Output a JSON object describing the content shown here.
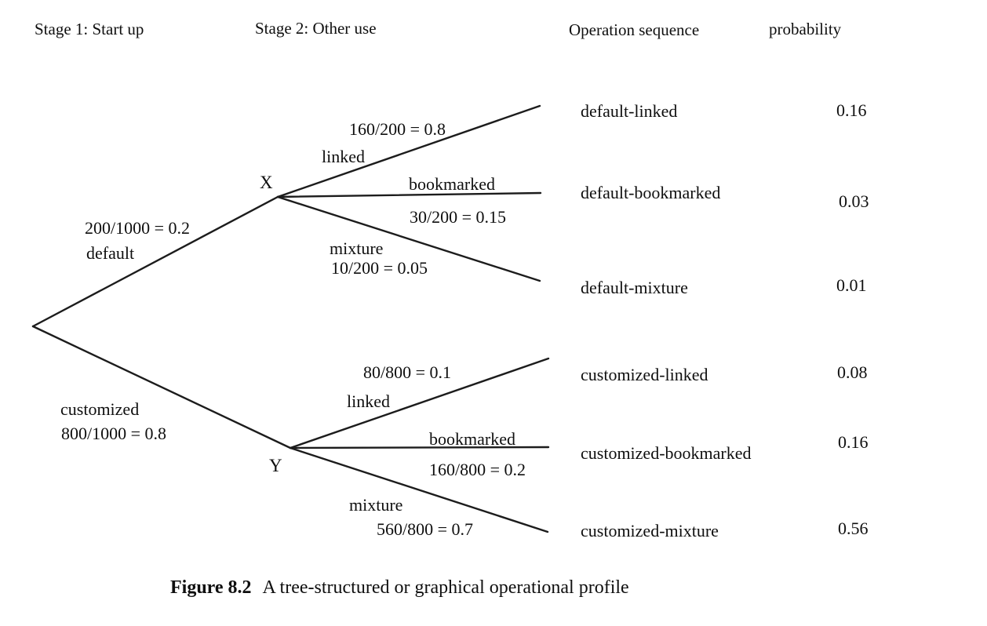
{
  "page": {
    "background_color": "#ffffff",
    "text_color": "#0f0f0f",
    "line_color": "#1c1c1c"
  },
  "headers": {
    "stage1": "Stage 1: Start up",
    "stage2": "Stage 2: Other use",
    "operation_sequence": "Operation sequence",
    "probability": "probability"
  },
  "tree": {
    "nodes": {
      "x": "X",
      "y": "Y"
    },
    "stage1_branches": [
      {
        "label": "default",
        "ratio": "200/1000 = 0.2",
        "to_node": "X"
      },
      {
        "label": "customized",
        "ratio": "800/1000 = 0.8",
        "to_node": "Y"
      }
    ],
    "x_branches": [
      {
        "label": "linked",
        "ratio": "160/200 = 0.8"
      },
      {
        "label": "bookmarked",
        "ratio": "30/200 = 0.15"
      },
      {
        "label": "mixture",
        "ratio": "10/200 = 0.05"
      }
    ],
    "y_branches": [
      {
        "label": "linked",
        "ratio": "80/800 = 0.1"
      },
      {
        "label": "bookmarked",
        "ratio": "160/800 = 0.2"
      },
      {
        "label": "mixture",
        "ratio": "560/800 = 0.7"
      }
    ]
  },
  "rows": [
    {
      "sequence": "default-linked",
      "probability": "0.16"
    },
    {
      "sequence": "default-bookmarked",
      "probability": "0.03"
    },
    {
      "sequence": "default-mixture",
      "probability": "0.01"
    },
    {
      "sequence": "customized-linked",
      "probability": "0.08"
    },
    {
      "sequence": "customized-bookmarked",
      "probability": "0.16"
    },
    {
      "sequence": "customized-mixture",
      "probability": "0.56"
    }
  ],
  "caption": {
    "figure_label": "Figure 8.2",
    "text": "A tree-structured or graphical operational profile"
  }
}
